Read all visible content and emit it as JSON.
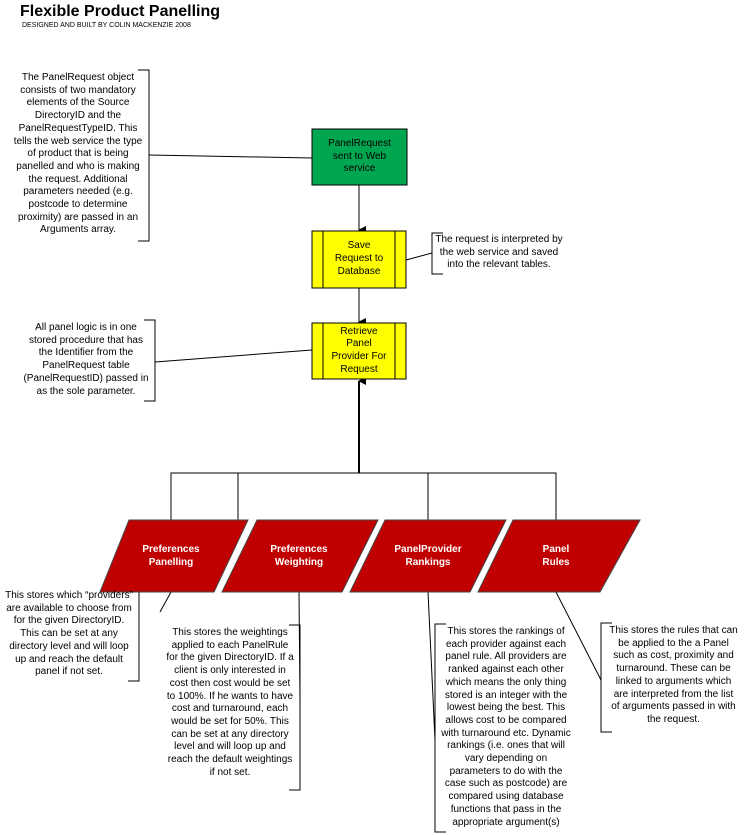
{
  "header": {
    "title": "Flexible Product Panelling",
    "subtitle": "DESIGNED AND BUILT BY COLIN MACKENZIE 2008"
  },
  "colors": {
    "green": "#00a650",
    "yellow": "#ffff00",
    "red": "#c00000"
  },
  "process": {
    "request": [
      "PanelRequest",
      "sent to Web",
      "service"
    ],
    "save": [
      "Save",
      "Request to",
      "Database"
    ],
    "retrieve": [
      "Retrieve",
      "Panel",
      "Provider For",
      "Request"
    ]
  },
  "data_stores": [
    {
      "lines": [
        "Preferences",
        "Panelling"
      ]
    },
    {
      "lines": [
        "Preferences",
        "Weighting"
      ]
    },
    {
      "lines": [
        "PanelProvider",
        "Rankings"
      ]
    },
    {
      "lines": [
        "Panel",
        "Rules"
      ]
    }
  ],
  "notes": {
    "request_note": [
      "The PanelRequest object",
      "consists of two mandatory",
      "elements of the Source",
      "DirectoryID and the",
      "PanelRequestTypeID. This",
      "tells the web service the type",
      "of product that is being",
      "panelled and who is making",
      "the request. Additional",
      "parameters needed (e.g.",
      "postcode to determine",
      "proximity) are passed in an",
      "Arguments array."
    ],
    "save_note": [
      "The request is interpreted by",
      "the web service and saved",
      "into the relevant tables."
    ],
    "retrieve_note": [
      "All panel logic is in one",
      "stored procedure that has",
      "the Identifier from the",
      "PanelRequest table",
      "(PanelRequestID) passed in",
      "as the sole parameter."
    ],
    "panelling_note": [
      "This stores which “providers”",
      "are available to choose from",
      "for the given DirectoryID.",
      "This can be set at any",
      "directory level and will loop",
      "up and reach the default",
      "panel if not set."
    ],
    "weighting_note": [
      "This stores the weightings",
      "applied to each PanelRule",
      "for the given DirectoryID. If a",
      "client is only interested in",
      "cost then cost would be set",
      "to 100%. If he wants to have",
      "cost and turnaround, each",
      "would be set for 50%. This",
      "can be set at any directory",
      "level and will loop up and",
      "reach the default weightings",
      "if not set."
    ],
    "rankings_note": [
      "This stores the rankings of",
      "each provider against each",
      "panel rule. All providers are",
      "ranked against each other",
      "which means the only thing",
      "stored is an integer with the",
      "lowest being the best. This",
      "allows cost to be compared",
      "with turnaround etc. Dynamic",
      "rankings (i.e. ones that will",
      "vary depending on",
      "parameters to do with the",
      "case such as postcode) are",
      "compared using database",
      "functions that pass in the",
      "appropriate argument(s)"
    ],
    "rules_note": [
      "This stores the rules that can",
      "be applied to the a Panel",
      "such as cost, proximity and",
      "turnaround. These can be",
      "linked to arguments which",
      "are interpreted from the list",
      "of arguments passed in with",
      "the request."
    ]
  }
}
